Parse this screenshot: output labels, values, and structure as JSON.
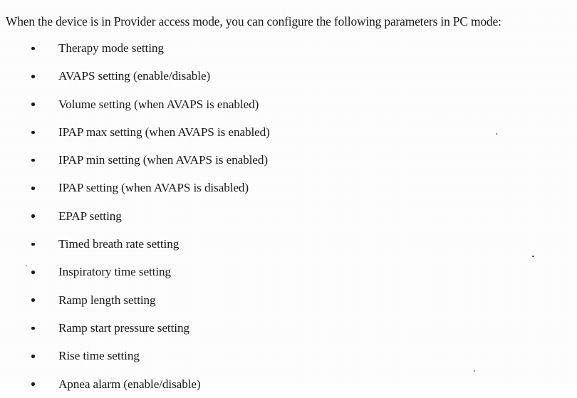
{
  "document": {
    "intro_paragraph": "When the device is in Provider access mode, you can configure the following parameters in PC mode:",
    "bullet_items": [
      {
        "label": "Therapy mode setting"
      },
      {
        "label": "AVAPS setting (enable/disable)"
      },
      {
        "label": "Volume setting (when AVAPS is enabled)"
      },
      {
        "label": "IPAP max setting (when AVAPS is enabled)"
      },
      {
        "label": "IPAP min setting (when AVAPS is enabled)"
      },
      {
        "label": "IPAP setting (when AVAPS is disabled)"
      },
      {
        "label": "EPAP setting"
      },
      {
        "label": "Timed breath rate setting"
      },
      {
        "label": "Inspiratory time setting"
      },
      {
        "label": "Ramp length setting"
      },
      {
        "label": "Ramp start pressure setting"
      },
      {
        "label": "Rise time setting"
      },
      {
        "label": "Apnea alarm (enable/disable)"
      }
    ]
  },
  "colors": {
    "page_background": "#fefefe",
    "ink": "#191919"
  }
}
